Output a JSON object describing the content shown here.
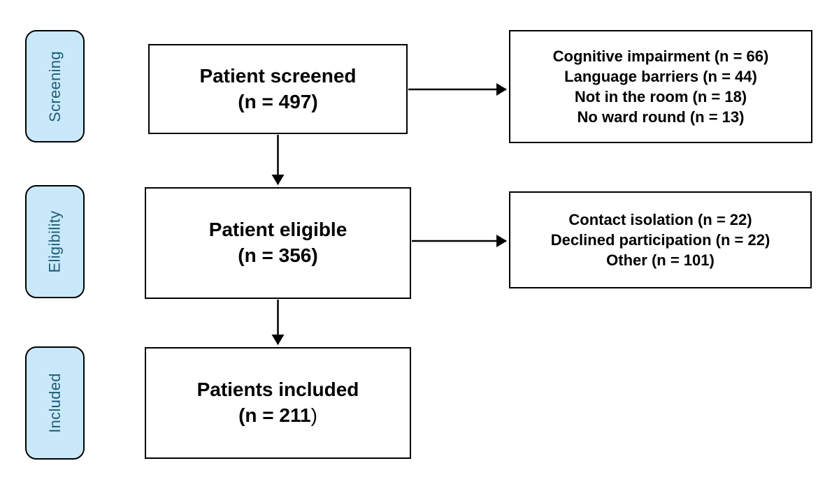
{
  "palette": {
    "background": "#ffffff",
    "stage_fill": "#c9e8fa",
    "stage_text_color": "#1f5c78",
    "box_fill": "#ffffff",
    "box_border": "#000000",
    "arrow_color": "#000000"
  },
  "stages": [
    {
      "label": "Screening"
    },
    {
      "label": "Eligibility"
    },
    {
      "label": "Included"
    }
  ],
  "flow": [
    {
      "title": "Patient screened",
      "count": "(n = 497)"
    },
    {
      "title": "Patient eligible",
      "count": "(n = 356)"
    },
    {
      "title": "Patients included",
      "count": "(n = 211",
      "count_suffix": ")"
    }
  ],
  "exclusions": [
    {
      "lines": [
        "Cognitive impairment (n = 66)",
        "Language barriers (n = 44)",
        "Not in the room (n = 18)",
        "No ward round (n = 13)"
      ]
    },
    {
      "lines": [
        "Contact isolation (n = 22)",
        "Declined participation (n = 22)",
        "Other (n = 101)"
      ]
    }
  ]
}
